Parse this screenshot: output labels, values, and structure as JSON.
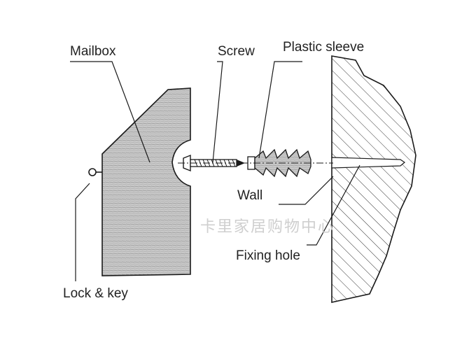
{
  "labels": {
    "mailbox": "Mailbox",
    "screw": "Screw",
    "plastic_sleeve": "Plastic sleeve",
    "wall": "Wall",
    "fixing_hole": "Fixing hole",
    "lock_key": "Lock & key"
  },
  "watermark": "卡里家居购物中心",
  "colors": {
    "line": "#1a1a1a",
    "wood": "#bdbdbd",
    "background": "#ffffff"
  }
}
